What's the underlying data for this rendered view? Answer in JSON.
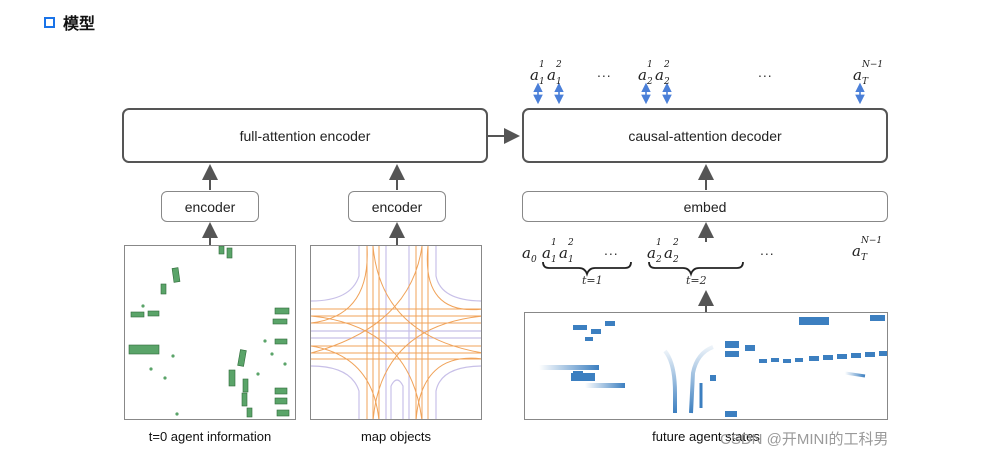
{
  "heading": {
    "text": "模型",
    "accent": "#1a73e8"
  },
  "boxes": {
    "full_encoder": "full-attention encoder",
    "causal_decoder": "causal-attention decoder",
    "encoder_left": "encoder",
    "encoder_right": "encoder",
    "embed": "embed"
  },
  "captions": {
    "agents": "t=0 agent information",
    "map": "map objects",
    "future": "future agent states"
  },
  "math": {
    "dots": "...",
    "a0": "a",
    "a0_sub": "0",
    "last_sup": "N−1",
    "last_sub": "T",
    "t1": "t=1",
    "t2": "t=2"
  },
  "colors": {
    "agent_green": "#5aa469",
    "future_blue": "#3c7fc0",
    "map_orange": "#f0a35a",
    "map_lavender": "#c8c0e8",
    "arrow_blue": "#4a7fd8"
  },
  "watermark": "CSDN @开MINI的工科男"
}
